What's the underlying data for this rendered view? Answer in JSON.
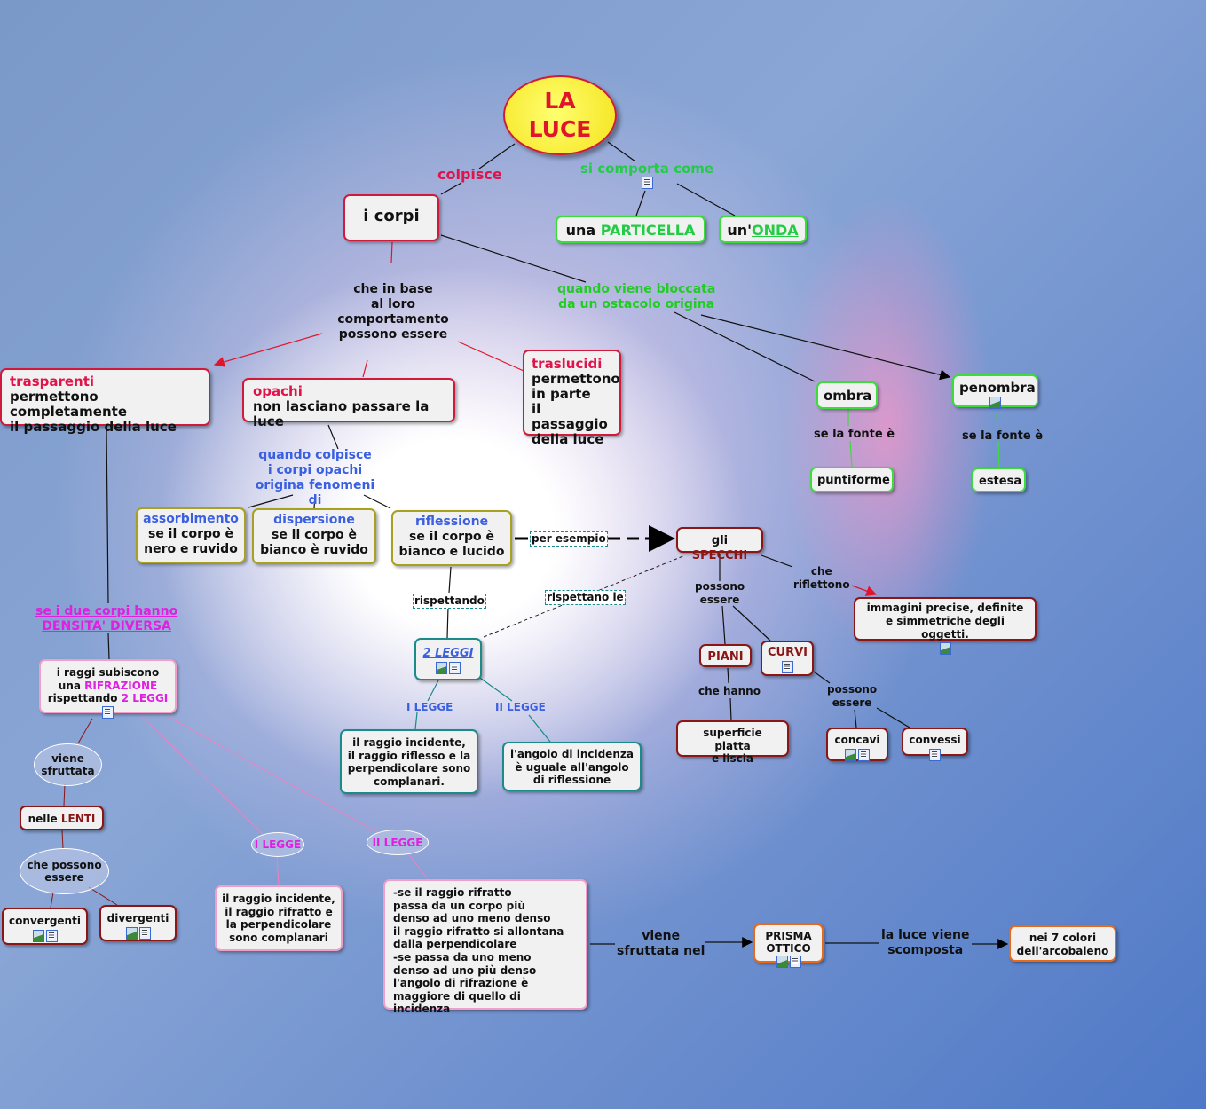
{
  "title": {
    "line1": "LA",
    "line2": "LUCE"
  },
  "links": {
    "colpisce": "colpisce",
    "si_comporta": "si comporta come",
    "in_base": "che in base\nal loro\ncomportamento\npossono essere",
    "bloccata": "quando viene bloccata\nda un ostacolo origina",
    "se_fonte_1": "se la fonte è",
    "se_fonte_2": "se la fonte è",
    "quando_colpisce": "quando colpisce\ni corpi opachi\norigina fenomeni di",
    "per_esempio": "per esempio",
    "rispettando": "rispettando",
    "rispettano_le": "rispettano le",
    "possono_essere_1": "possono\nessere",
    "che_riflettono": "che\nriflettono",
    "che_hanno": "che hanno",
    "possono_essere_2": "possono\nessere",
    "i_legge_blue": "I LEGGE",
    "ii_legge_blue": "II LEGGE",
    "densita_1": "se i due corpi hanno",
    "densita_2": "DENSITA' DIVERSA",
    "viene_sfruttata": "viene\nsfruttata",
    "che_possono": "che possono\nessere",
    "i_legge_pink": "I LEGGE",
    "ii_legge_pink": "II LEGGE",
    "sfruttata_nel": "viene\nsfruttata nel",
    "scomposta": "la luce viene\nscomposta"
  },
  "nodes": {
    "corpi": "i corpi",
    "particella_pre": "una ",
    "particella": "PARTICELLA",
    "onda_pre": "un'",
    "onda": "ONDA",
    "trasparenti_h": "trasparenti",
    "trasparenti": "permettono completamente\nil passaggio della luce",
    "opachi_h": "opachi",
    "opachi": "non lasciano passare la luce",
    "traslucidi_h": "traslucidi",
    "traslucidi": "permettono\nin parte\nil passaggio\ndella luce",
    "ombra": "ombra",
    "penombra": "penombra",
    "puntiforme": "puntiforme",
    "estesa": "estesa",
    "assorbimento_h": "assorbimento",
    "assorbimento": "se il corpo è\nnero e ruvido",
    "dispersione_h": "dispersione",
    "dispersione": "se il corpo è\nbianco è ruvido",
    "riflessione_h": "riflessione",
    "riflessione": "se il corpo è\nbianco e lucido",
    "specchi_pre": "gli ",
    "specchi": "SPECCHI",
    "immagini": "immagini precise, definite\ne simmetriche degli oggetti.",
    "leggi": "2 LEGGI",
    "piani": "PIANI",
    "curvi": "CURVI",
    "legge1_refl": "il raggio incidente,\nil raggio riflesso e la\nperpendicolare sono\ncomplanari.",
    "legge2_refl": "l'angolo di incidenza\nè uguale all'angolo\ndi riflessione",
    "superficie": "superficie piatta\ne liscia",
    "concavi": "concavi",
    "convessi": "convessi",
    "rifr_1": "i raggi subiscono\nuna ",
    "rifr_2": "RIFRAZIONE",
    "rifr_3": "\nrispettando ",
    "rifr_4": "2 LEGGI",
    "lenti_pre": "nelle ",
    "lenti": "LENTI",
    "convergenti": "convergenti",
    "divergenti": "divergenti",
    "legge1_rifr": "il raggio incidente,\nil raggio rifratto e\nla perpendicolare\nsono complanari",
    "legge2_rifr": "-se il raggio rifratto\npassa da un corpo più\ndenso ad uno meno denso\nil raggio rifratto si allontana\ndalla perpendicolare\n-se passa da uno meno\ndenso ad uno più denso\nl'angolo di rifrazione è\nmaggiore di quello di incidenza",
    "prisma": "PRISMA\nOTTICO",
    "colori": "nei 7 colori\ndell'arcobaleno"
  },
  "colors": {
    "red": "#e0144a",
    "green": "#22cc44",
    "blue": "#3a5fe0",
    "magenta": "#e020e0",
    "maroon": "#8a1616"
  }
}
